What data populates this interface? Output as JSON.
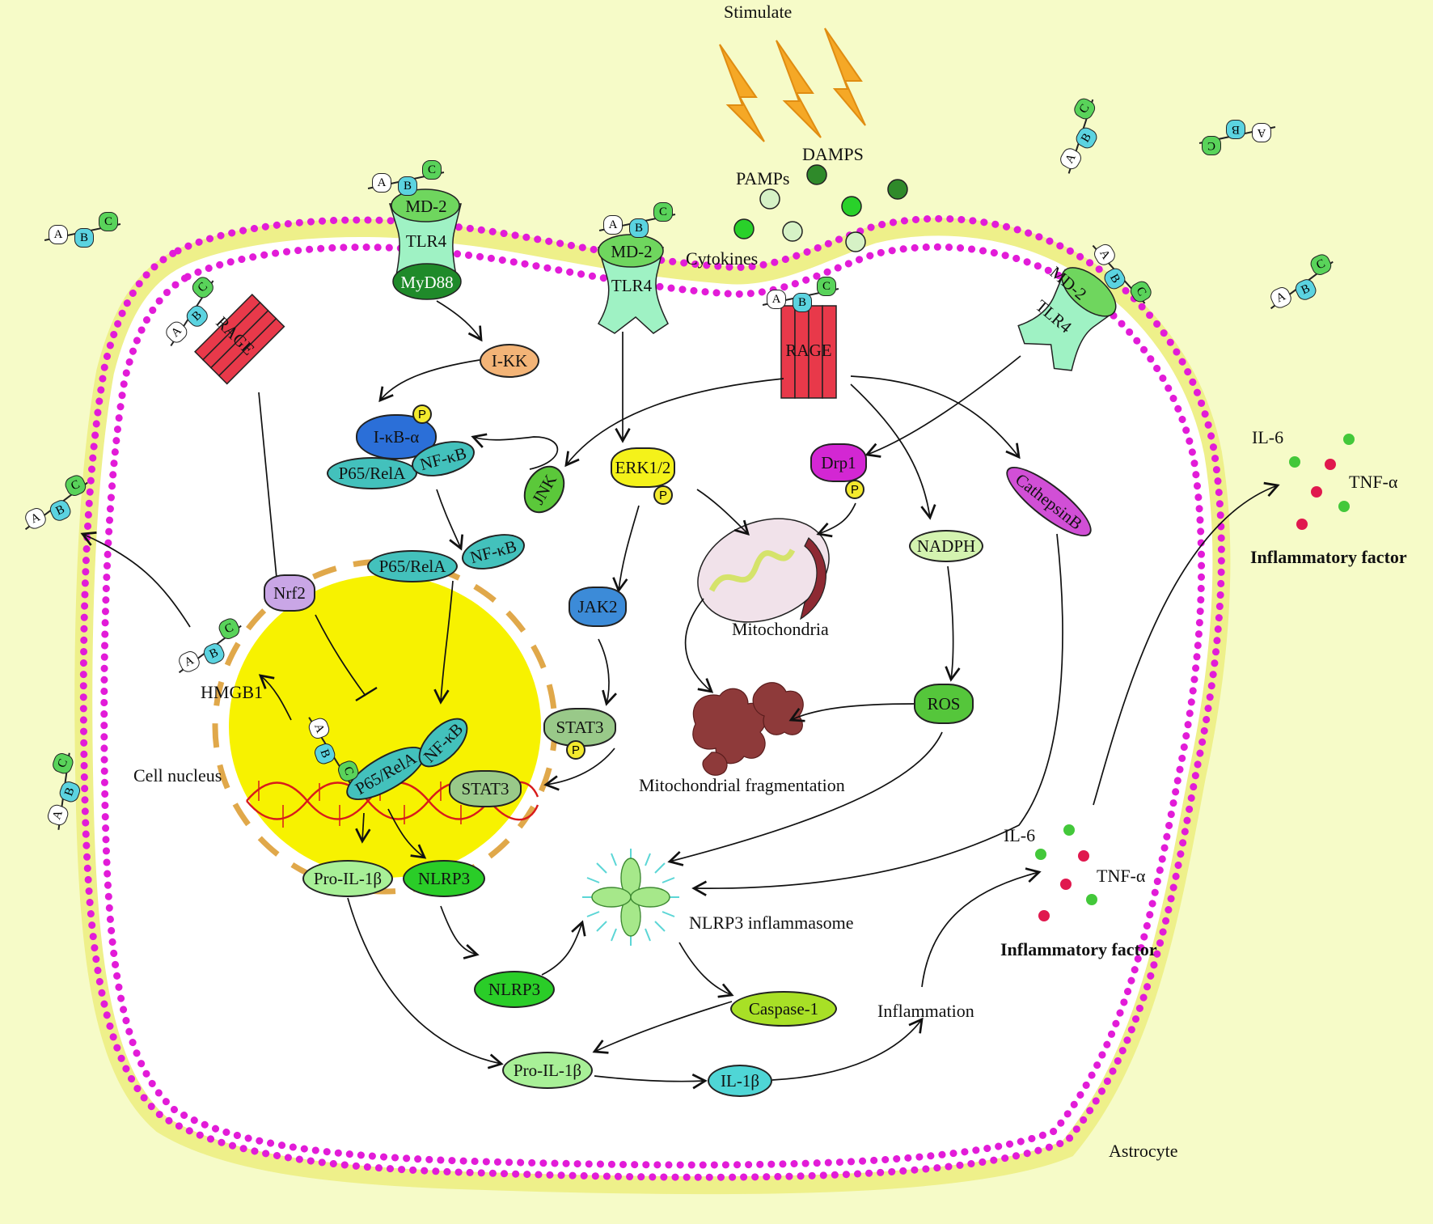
{
  "labels": {
    "stimulate": "Stimulate",
    "damps": "DAMPS",
    "pamps": "PAMPs",
    "cytokines": "Cytokines",
    "hmgb1": "HMGB1",
    "cell_nucleus": "Cell  nucleus",
    "mitochondria": "Mitochondria",
    "mito_frag": "Mitochondrial fragmentation",
    "nlrp3_inflammasome": "NLRP3 inflammasome",
    "inflammation": "Inflammation",
    "inflammatory_factor_in": "Inflammatory factor",
    "inflammatory_factor_out": "Inflammatory factor",
    "il6_in": "IL-6",
    "tnf_in": "TNF-α",
    "il6_out": "IL-6",
    "tnf_out": "TNF-α",
    "astrocyte": "Astrocyte"
  },
  "receptors": {
    "rage": "RAGE",
    "tlr4": "TLR4",
    "md2": "MD-2",
    "myd88": "MyD88"
  },
  "hmgb1_domains": {
    "a": "A",
    "b": "B",
    "c": "C"
  },
  "nodes": {
    "ikk": "I-KK",
    "ikba": "I-κB-α",
    "p65": "P65/RelA",
    "nfkb": "NF-κB",
    "jnk": "JNK",
    "erk": "ERK1/2",
    "drp1": "Drp1",
    "cathepsinb": "CathepsinB",
    "nadph": "NADPH",
    "nrf2": "Nrf2",
    "jak2": "JAK2",
    "stat3": "STAT3",
    "ros": "ROS",
    "pro_il1b": "Pro-IL-1β",
    "nlrp3": "NLRP3",
    "caspase1": "Caspase-1",
    "il1b": "IL-1β",
    "phospho": "P"
  },
  "colors": {
    "background": "#f6fbc8",
    "membrane_dots": "#e21bd8",
    "nucleus": "#f7f200",
    "rage": "#e8394a",
    "tlr4": "#9ff2c4"
  }
}
